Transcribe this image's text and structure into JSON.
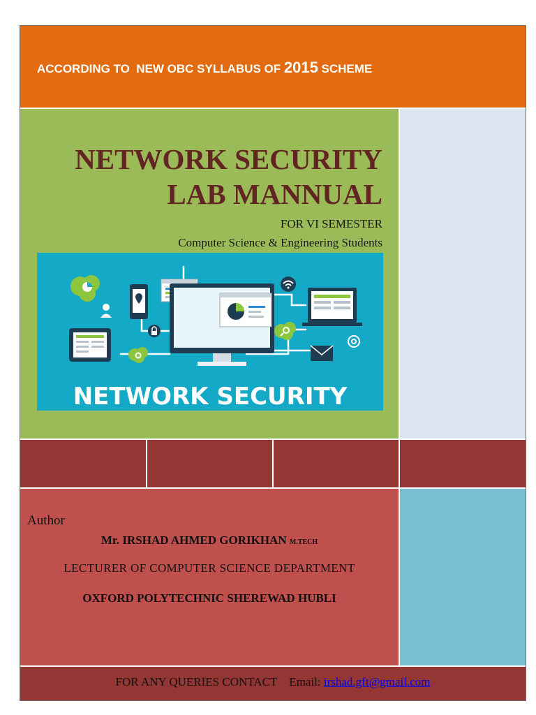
{
  "header": {
    "syllabus_prefix": "ACCORDING TO  NEW OBC SYLLABUS OF ",
    "syllabus_year": "2015",
    "syllabus_suffix": " SCHEME"
  },
  "cover": {
    "title_line1": "NETWORK SECURITY",
    "title_line2": "LAB MANNUAL",
    "semester": "FOR VI SEMESTER",
    "audience": "Computer Science & Engineering Students",
    "banner_text": "NETWORK SECURITY"
  },
  "author": {
    "label": "Author",
    "name": "Mr. IRSHAD AHMED GORIKHAN",
    "degree": "M.TECH",
    "position": "LECTURER OF COMPUTER SCIENCE DEPARTMENT",
    "institution": "OXFORD POLYTECHNIC SHEREWAD HUBLI"
  },
  "footer": {
    "contact_label": "FOR ANY QUERIES CONTACT",
    "email_label": "Email:",
    "email": "irshad.gft@gmail.com"
  },
  "colors": {
    "orange_band": "#e26b10",
    "green_block": "#9bbb59",
    "light_blue": "#dce6f1",
    "dark_red": "#943634",
    "red_block": "#c0504d",
    "teal_block": "#7ac0d5",
    "title_color": "#632523",
    "illustration_bg": "#15a9c8"
  },
  "icons": [
    "chat-bubble-icon",
    "user-icon",
    "smartphone-location-icon",
    "browser-window-icon",
    "monitor-icon",
    "pie-chart-icon",
    "wifi-icon",
    "laptop-icon",
    "tablet-icon",
    "lock-icon",
    "gear-cloud-icon",
    "search-cloud-icon",
    "envelope-icon",
    "at-sign-icon"
  ]
}
